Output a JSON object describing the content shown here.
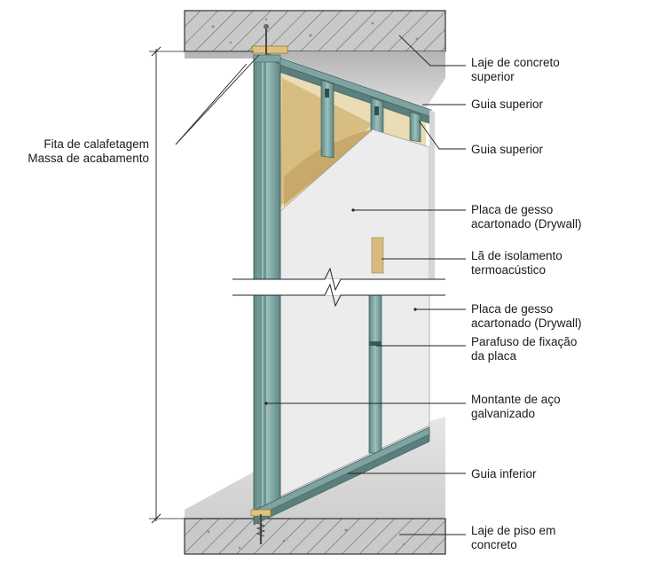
{
  "labels": {
    "caulk_tape": "Fita de calafetagem",
    "finishing_compound": "Massa de acabamento",
    "upper_slab": [
      "Laje de concreto",
      "superior"
    ],
    "upper_track_1": "Guia superior",
    "upper_track_2": "Guia superior",
    "drywall_1": [
      "Placa de gesso",
      "acartonado (Drywall)"
    ],
    "insulation": [
      "Lã de isolamento",
      "termoacústico"
    ],
    "drywall_2": [
      "Placa de gesso",
      "acartonado (Drywall)"
    ],
    "screw": [
      "Parafuso de fixação",
      "da placa"
    ],
    "stud": [
      "Montante de aço",
      "galvanizado"
    ],
    "lower_track": "Guia inferior",
    "floor_slab": [
      "Laje de piso em",
      "concreto"
    ]
  },
  "colors": {
    "concrete": "#c9c9c9",
    "hatch": "#6e6e6e",
    "ceiling_shadow": "#bdbdbd",
    "steel": "#7fa3a0",
    "steel_dark": "#5b7f7c",
    "gypsum": "#ebebeb",
    "wool": "#dcc38c"
  }
}
